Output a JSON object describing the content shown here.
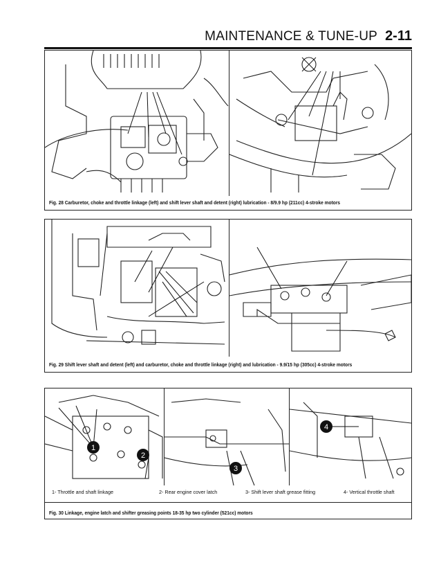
{
  "header": {
    "title": "MAINTENANCE & TUNE-UP",
    "page": "2-11"
  },
  "figures": [
    {
      "caption": "Fig. 28 Carburetor, choke and throttle linkage (left) and shift lever shaft and detent (right) lubrication - 8/9.9 hp (211cc) 4-stroke motors"
    },
    {
      "caption": "Fig. 29 Shift lever shaft and detent (left) and carburetor, choke and throttle linkage (right) and lubrication - 9.9/15 hp (305cc) 4-stroke motors"
    },
    {
      "caption": "Fig. 30 Linkage, engine latch and shifter greasing points 18-35 hp two cylinder (521cc) motors",
      "callouts": [
        {
          "number": "1",
          "label": "1- Throttle and shaft linkage"
        },
        {
          "number": "2",
          "label": "2- Rear engine cover latch"
        },
        {
          "number": "3",
          "label": "3- Shift lever shaft grease fitting"
        },
        {
          "number": "4",
          "label": "4- Vertical throttle shaft"
        }
      ]
    }
  ]
}
